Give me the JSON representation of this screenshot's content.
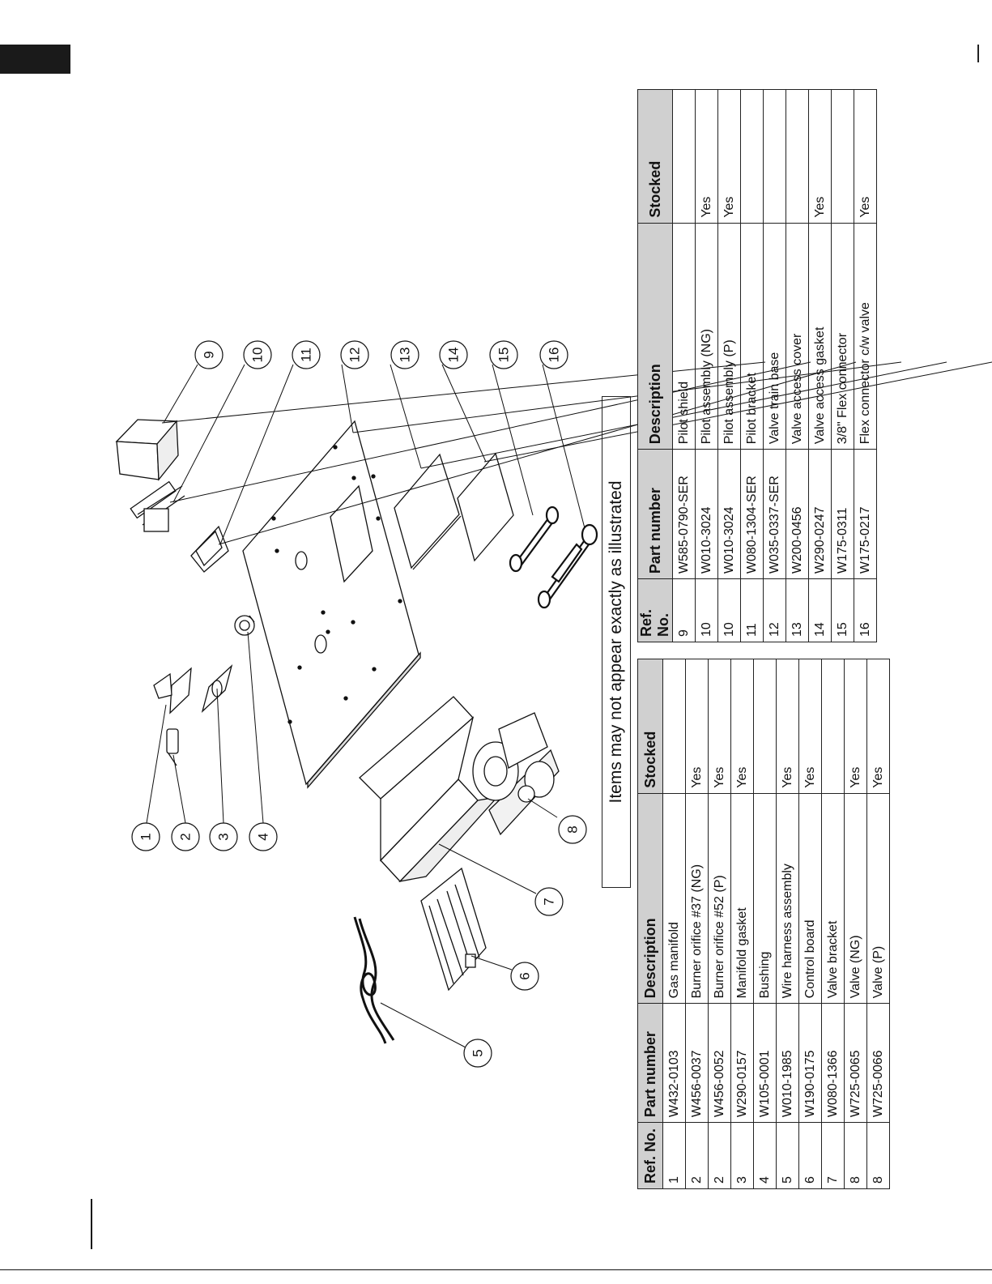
{
  "disclaimer": "Items may not appear exactly as illustrated",
  "table_headers": {
    "ref": "Ref. No.",
    "part": "Part number",
    "desc": "Description",
    "stocked": "Stocked"
  },
  "parts_left": [
    {
      "ref": "1",
      "part": "W432-0103",
      "desc": "Gas manifold",
      "stocked": ""
    },
    {
      "ref": "2",
      "part": "W456-0037",
      "desc": "Burner orifice #37 (NG)",
      "stocked": "Yes"
    },
    {
      "ref": "2",
      "part": "W456-0052",
      "desc": "Burner orifice #52 (P)",
      "stocked": "Yes"
    },
    {
      "ref": "3",
      "part": "W290-0157",
      "desc": "Manifold gasket",
      "stocked": "Yes"
    },
    {
      "ref": "4",
      "part": "W105-0001",
      "desc": "Bushing",
      "stocked": ""
    },
    {
      "ref": "5",
      "part": "W010-1985",
      "desc": "Wire harness assembly",
      "stocked": "Yes"
    },
    {
      "ref": "6",
      "part": "W190-0175",
      "desc": "Control board",
      "stocked": "Yes"
    },
    {
      "ref": "7",
      "part": "W080-1366",
      "desc": "Valve bracket",
      "stocked": ""
    },
    {
      "ref": "8",
      "part": "W725-0065",
      "desc": "Valve (NG)",
      "stocked": "Yes"
    },
    {
      "ref": "8",
      "part": "W725-0066",
      "desc": "Valve (P)",
      "stocked": "Yes"
    }
  ],
  "parts_right": [
    {
      "ref": "9",
      "part": "W585-0790-SER",
      "desc": "Pilot shield",
      "stocked": ""
    },
    {
      "ref": "10",
      "part": "W010-3024",
      "desc": "Pilot assembly (NG)",
      "stocked": "Yes"
    },
    {
      "ref": "10",
      "part": "W010-3024",
      "desc": "Pilot assembly (P)",
      "stocked": "Yes"
    },
    {
      "ref": "11",
      "part": "W080-1304-SER",
      "desc": "Pilot bracket",
      "stocked": ""
    },
    {
      "ref": "12",
      "part": "W035-0337-SER",
      "desc": "Valve train base",
      "stocked": ""
    },
    {
      "ref": "13",
      "part": "W200-0456",
      "desc": "Valve access cover",
      "stocked": ""
    },
    {
      "ref": "14",
      "part": "W290-0247",
      "desc": "Valve access gasket",
      "stocked": "Yes"
    },
    {
      "ref": "15",
      "part": "W175-0311",
      "desc": "3/8\" Flex connector",
      "stocked": ""
    },
    {
      "ref": "16",
      "part": "W175-0217",
      "desc": "Flex connector c/w valve",
      "stocked": "Yes"
    }
  ],
  "callouts": [
    "1",
    "2",
    "3",
    "4",
    "5",
    "6",
    "7",
    "8",
    "9",
    "10",
    "11",
    "12",
    "13",
    "14",
    "15",
    "16"
  ]
}
